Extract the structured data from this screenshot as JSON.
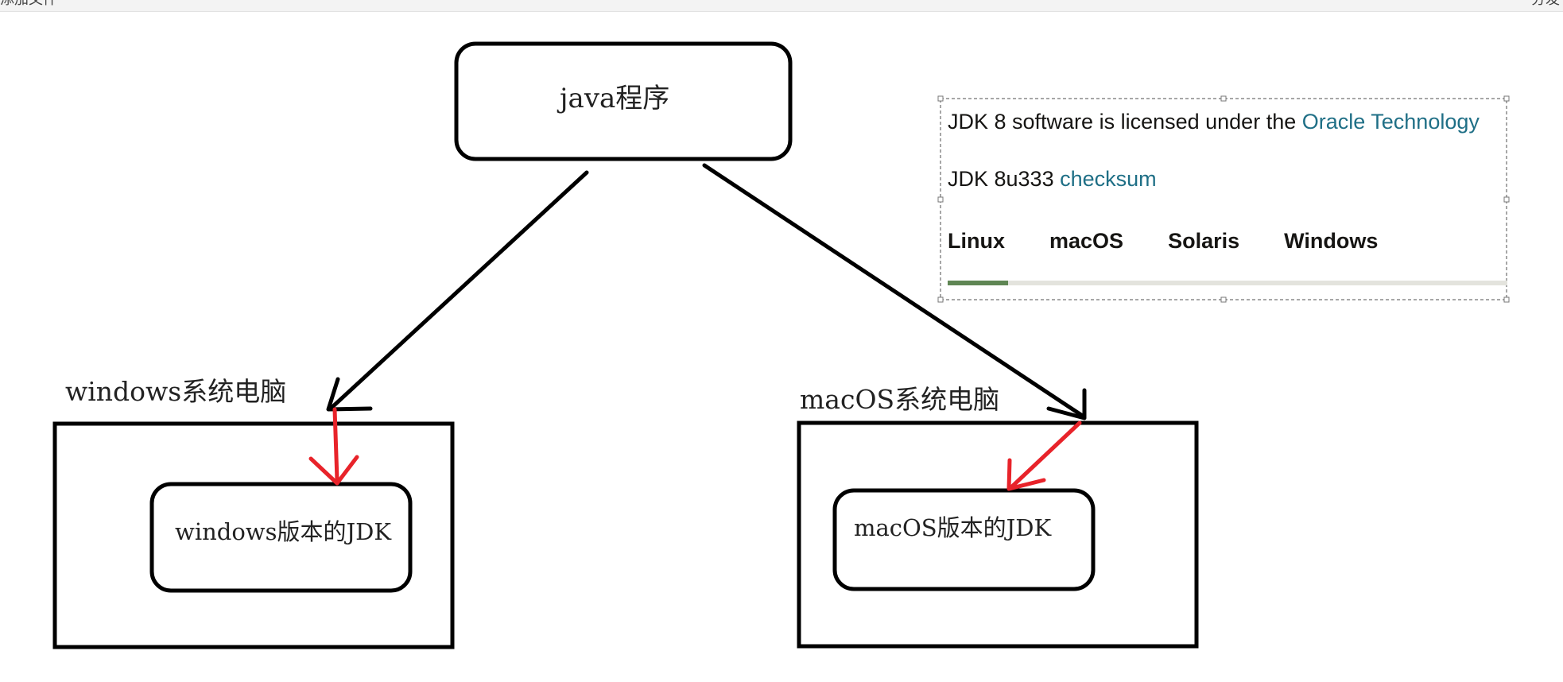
{
  "topbar": {
    "left_text": "添加文件",
    "right_text": "分发"
  },
  "diagram": {
    "java_program": "java程序",
    "windows_pc": "windows系统电脑",
    "windows_jdk": "windows版本的JDK",
    "mac_pc": "macOS系统电脑",
    "mac_jdk": "macOS版本的JDK"
  },
  "snippet": {
    "license_prefix": "JDK 8 software is licensed under the ",
    "license_link": "Oracle Technology",
    "checksum_prefix": "JDK 8u333 ",
    "checksum_link": "checksum",
    "tabs": [
      "Linux",
      "macOS",
      "Solaris",
      "Windows"
    ],
    "selected_tab": "Linux"
  },
  "colors": {
    "stroke": "#000000",
    "red_arrow": "#e8232a",
    "link": "#1f6f86",
    "tab_indicator": "#5f8654",
    "tab_track": "#e3e3dd"
  }
}
